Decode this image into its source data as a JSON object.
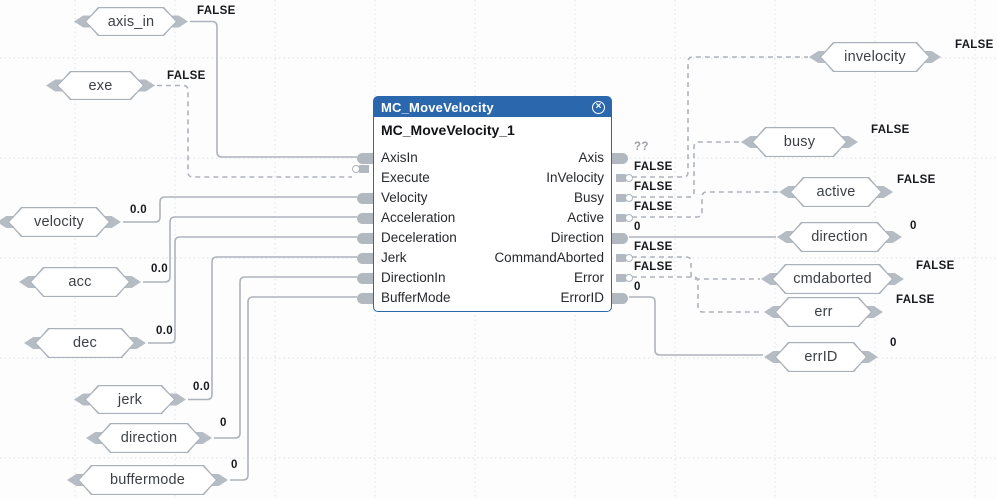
{
  "block": {
    "title": "MC_MoveVelocity",
    "instance": "MC_MoveVelocity_1",
    "close_icon": "✕",
    "inputs": [
      {
        "name": "AxisIn"
      },
      {
        "name": "Execute"
      },
      {
        "name": "Velocity"
      },
      {
        "name": "Acceleration"
      },
      {
        "name": "Deceleration"
      },
      {
        "name": "Jerk"
      },
      {
        "name": "DirectionIn"
      },
      {
        "name": "BufferMode"
      }
    ],
    "outputs": [
      {
        "name": "Axis",
        "value": "??"
      },
      {
        "name": "InVelocity",
        "value": "FALSE"
      },
      {
        "name": "Busy",
        "value": "FALSE"
      },
      {
        "name": "Active",
        "value": "FALSE"
      },
      {
        "name": "Direction",
        "value": "0"
      },
      {
        "name": "CommandAborted",
        "value": "FALSE"
      },
      {
        "name": "Error",
        "value": "FALSE"
      },
      {
        "name": "ErrorID",
        "value": "0"
      }
    ]
  },
  "tags": {
    "left": [
      {
        "label": "axis_in",
        "value": "FALSE"
      },
      {
        "label": "exe",
        "value": "FALSE"
      },
      {
        "label": "velocity",
        "value": "0.0"
      },
      {
        "label": "acc",
        "value": "0.0"
      },
      {
        "label": "dec",
        "value": "0.0"
      },
      {
        "label": "jerk",
        "value": "0.0"
      },
      {
        "label": "direction",
        "value": "0"
      },
      {
        "label": "buffermode",
        "value": "0"
      }
    ],
    "right": [
      {
        "label": "invelocity",
        "value": "FALSE"
      },
      {
        "label": "busy",
        "value": "FALSE"
      },
      {
        "label": "active",
        "value": "FALSE"
      },
      {
        "label": "direction",
        "value": "0"
      },
      {
        "label": "cmdaborted",
        "value": "FALSE"
      },
      {
        "label": "err",
        "value": "FALSE"
      },
      {
        "label": "errID",
        "value": "0"
      }
    ]
  },
  "colors": {
    "header_blue": "#2b67ad",
    "wire_gray": "#aeb4bb",
    "nub_gray": "#b6bcc3",
    "grid_gray": "#e7e9ed",
    "value_text": "#17191c",
    "unknown_value_text": "#9aa0a6"
  }
}
